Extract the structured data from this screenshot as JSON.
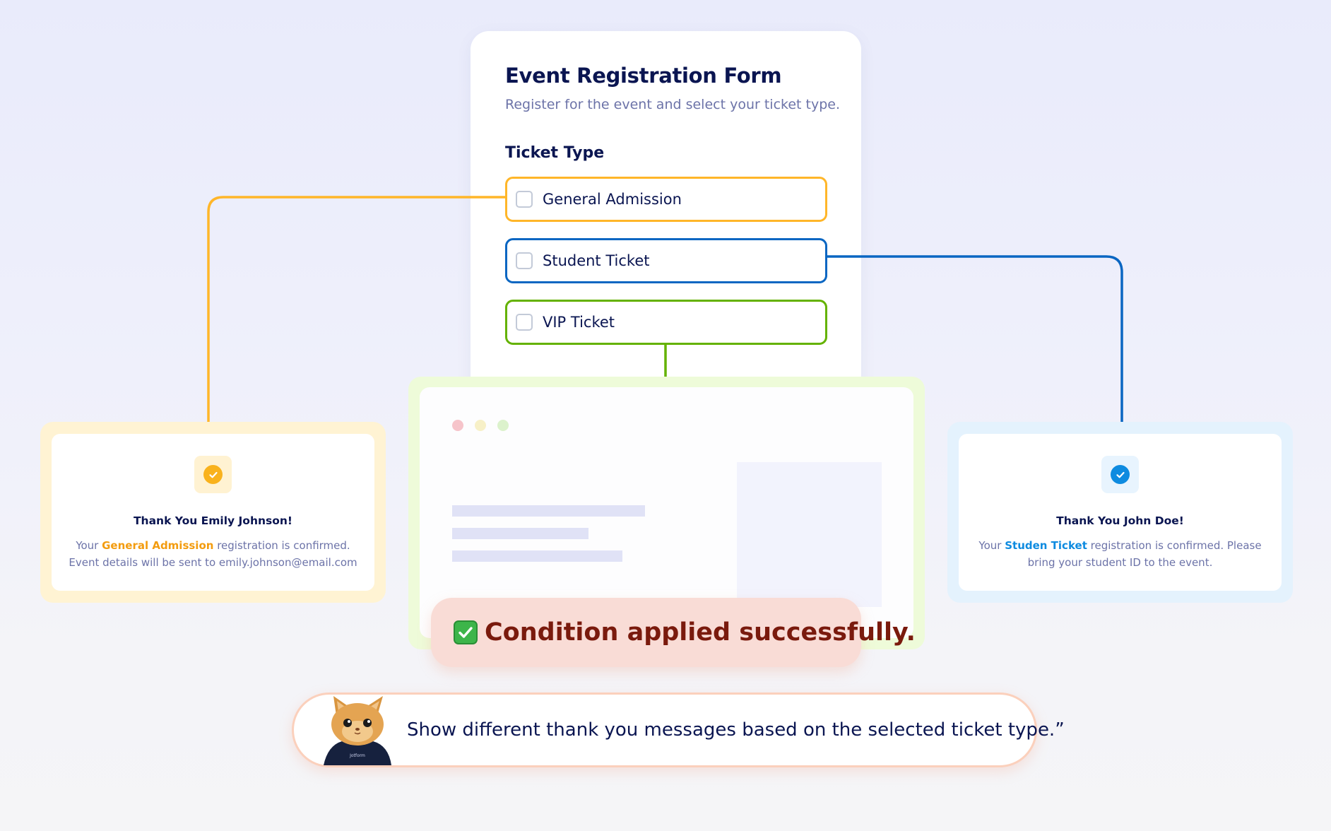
{
  "form": {
    "title": "Event Registration Form",
    "subtitle": "Register for the event and select your ticket type.",
    "section_label": "Ticket Type",
    "options": [
      {
        "label": "General Admission",
        "color": "#ffb629"
      },
      {
        "label": "Student Ticket",
        "color": "#0a66c2"
      },
      {
        "label": "VIP Ticket",
        "color": "#64b200"
      }
    ]
  },
  "toast": {
    "text": "Condition applied successfully.",
    "icon": "check-mark-button-icon"
  },
  "thank_you": {
    "left": {
      "title": "Thank You Emily Johnson!",
      "prefix": "Your ",
      "highlight": "General Admission",
      "suffix": " registration is confirmed.",
      "line2": "Event details will be sent to emily.johnson@email.com",
      "accent": "#f9b21c",
      "icon": "check-circle-icon"
    },
    "right": {
      "title": "Thank You John Doe!",
      "prefix": "Your ",
      "highlight": "Studen Ticket",
      "suffix": " registration is confirmed. Please",
      "line2": "bring your student ID to the event.",
      "accent": "#0e8be0",
      "icon": "check-circle-icon"
    }
  },
  "prompt": {
    "text": "Show different thank you messages based on the selected ticket type.”",
    "avatar": "podo-mascot-avatar",
    "avatar_shirt_text": "Jotform"
  }
}
